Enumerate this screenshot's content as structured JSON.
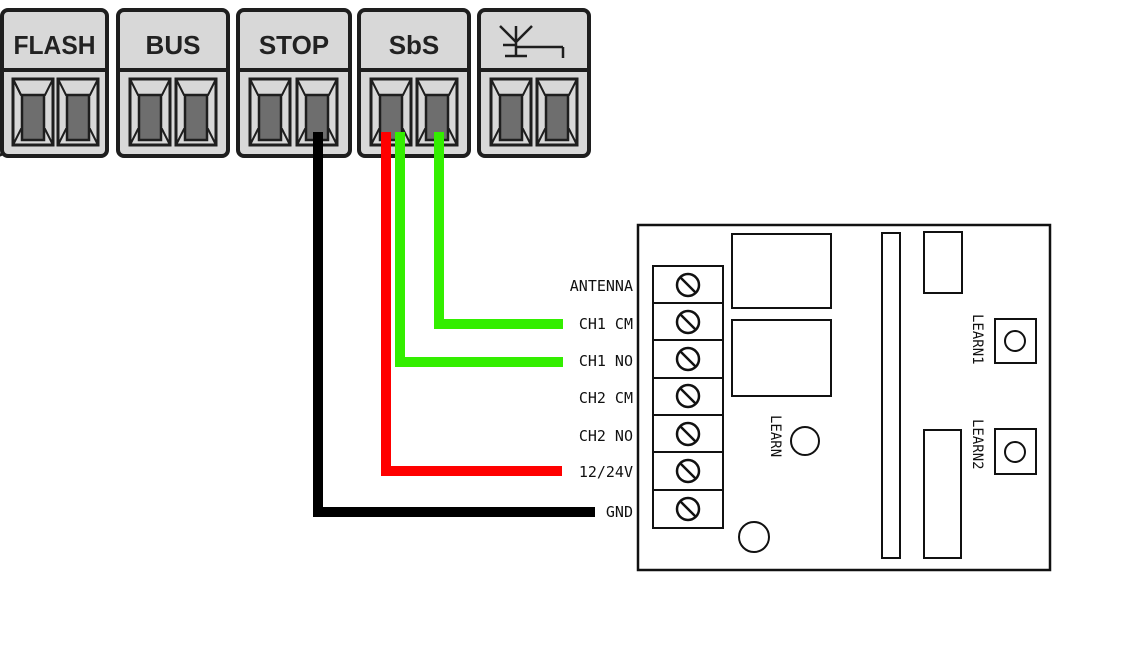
{
  "terminal_blocks": [
    {
      "id": "flash",
      "label": "FLASH"
    },
    {
      "id": "bus",
      "label": "BUS"
    },
    {
      "id": "stop",
      "label": "STOP"
    },
    {
      "id": "sbs",
      "label": "SbS"
    },
    {
      "id": "antenna",
      "label": ""
    }
  ],
  "receiver": {
    "pins": [
      "ANTENNA",
      "CH1 CM",
      "CH1 NO",
      "CH2 CM",
      "CH2 NO",
      "12/24V",
      "GND"
    ],
    "buttons": {
      "learn": "LEARN",
      "learn1": "LEARN1",
      "learn2": "LEARN2"
    }
  },
  "wires": [
    {
      "color": "#000000",
      "from": "STOP",
      "to": "GND"
    },
    {
      "color": "#ff0000",
      "from": "SbS",
      "to": "12/24V"
    },
    {
      "color": "#33ee00",
      "from": "SbS",
      "to": "CH1 NO"
    },
    {
      "color": "#33ee00",
      "from": "SbS",
      "to": "CH1 CM"
    }
  ],
  "icons": {
    "antenna_block": "antenna-symbol-icon"
  }
}
